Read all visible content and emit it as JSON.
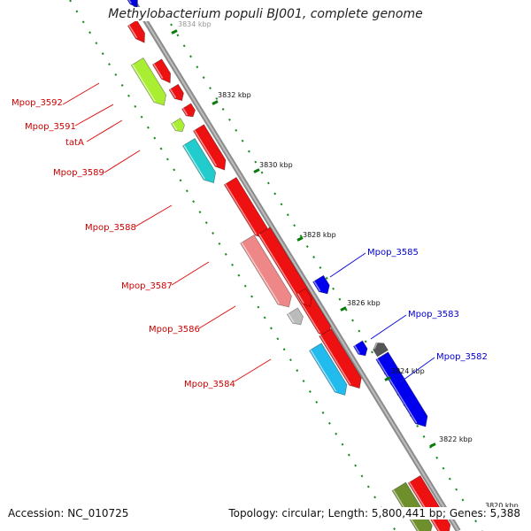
{
  "title": "Methylobacterium populi BJ001, complete genome",
  "footer": {
    "accession": "Accession: NC_010725",
    "topology": "Topology: circular; Length: 5,800,441 bp; Genes: 5,388"
  },
  "colors": {
    "backbone": "#888888",
    "tick": "#0a7a0a",
    "left_label": "#cc0000",
    "right_label": "#0000cc"
  },
  "ticks": [
    {
      "label": "3834 kbp"
    },
    {
      "label": "3832 kbp"
    },
    {
      "label": "3830 kbp"
    },
    {
      "label": "3828 kbp"
    },
    {
      "label": "3826 kbp"
    },
    {
      "label": "3824 kbp"
    },
    {
      "label": "3822 kbp"
    },
    {
      "label": "3820 kbp"
    }
  ],
  "labels_left": [
    {
      "text": "Mpop_3592"
    },
    {
      "text": "Mpop_3591"
    },
    {
      "text": "tatA"
    },
    {
      "text": "Mpop_3589"
    },
    {
      "text": "Mpop_3588"
    },
    {
      "text": "Mpop_3587"
    },
    {
      "text": "Mpop_3586"
    },
    {
      "text": "Mpop_3584"
    }
  ],
  "labels_right": [
    {
      "text": "Mpop_3585"
    },
    {
      "text": "Mpop_3583"
    },
    {
      "text": "Mpop_3582"
    }
  ]
}
